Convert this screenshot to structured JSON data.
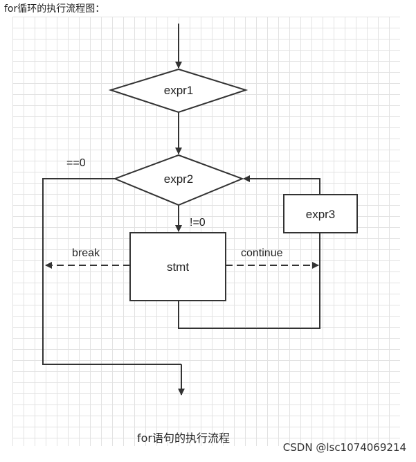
{
  "heading": "for循环的执行流程图：",
  "nodes": {
    "expr1": "expr1",
    "expr2": "expr2",
    "expr3": "expr3",
    "stmt": "stmt"
  },
  "edge_labels": {
    "false_branch": "==0",
    "true_branch": "!=0",
    "break": "break",
    "continue": "continue"
  },
  "caption": "for语句的执行流程",
  "watermark": "CSDN @lsc1074069214",
  "colors": {
    "line": "#333333",
    "grid": "#e2e2e2",
    "background": "#ffffff"
  }
}
